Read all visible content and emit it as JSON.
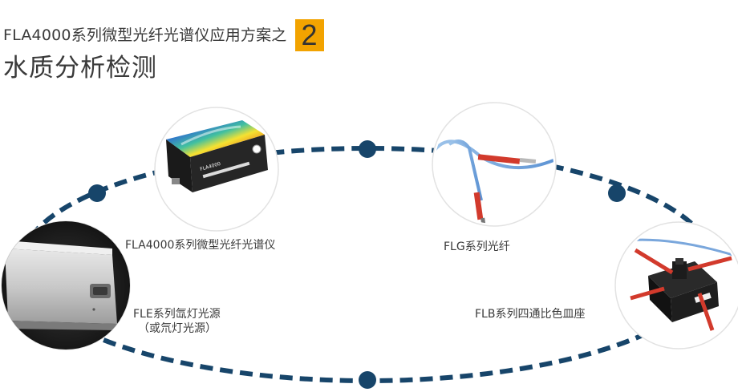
{
  "header": {
    "subtitle": "FLA4000系列微型光纤光谱仪应用方案之",
    "number": "2",
    "title": "水质分析检测",
    "accent_color": "#f2a300"
  },
  "ring": {
    "color": "#17456a"
  },
  "products": [
    {
      "label": "FLA4000系列微型光纤光谱仪",
      "image_text": "FLA4000"
    },
    {
      "label": "FLG系列光纤"
    },
    {
      "label_line1": "FLE系列氙灯光源",
      "label_line2": "（或氘灯光源）"
    },
    {
      "label": "FLB系列四通比色皿座"
    }
  ]
}
